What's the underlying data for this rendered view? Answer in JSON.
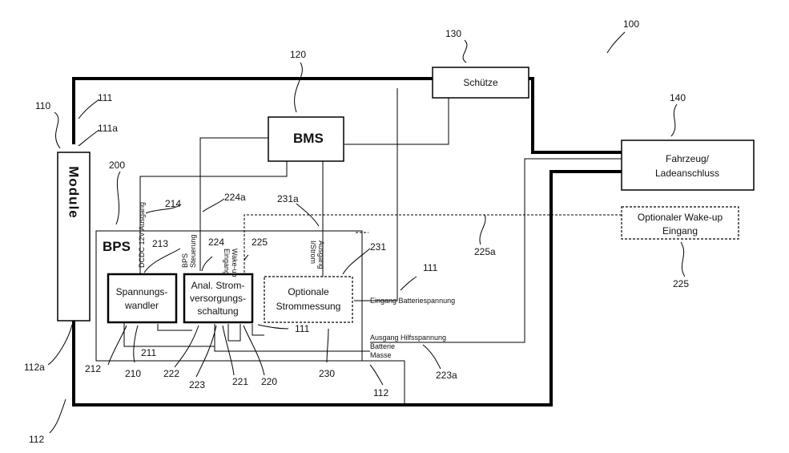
{
  "figure_ref": "100",
  "module": {
    "ref": "110",
    "label": "Module"
  },
  "bms": {
    "ref": "120",
    "label": "BMS"
  },
  "schuetze": {
    "ref": "130",
    "label": "Schütze"
  },
  "fahrzeug": {
    "ref": "140",
    "line1": "Fahrzeug/",
    "line2": "Ladeanschluss"
  },
  "bps": {
    "ref": "200",
    "label": "BPS"
  },
  "spannungswandler": {
    "ref": "210",
    "line1": "Spannungs-",
    "line2": "wandler",
    "ref_inner": "213"
  },
  "anal_strom": {
    "ref": "220",
    "line1": "Anal. Strom-",
    "line2": "versorgungs-",
    "line3": "schaltung",
    "ref_inner": "224"
  },
  "strommessung": {
    "ref": "230",
    "line1": "Optionale",
    "line2": "Strommessung",
    "ref_inner": "231"
  },
  "wakeup": {
    "ref": "225",
    "line1": "Optionaler Wake-up",
    "line2": "Eingang"
  },
  "port_labels": {
    "dcdc": "DCDC 12V Ausgang",
    "bps_steuerung_1": "BPS",
    "bps_steuerung_2": "Steuerung",
    "wakeup_1": "Wake-up",
    "wakeup_2": "Eingang",
    "ausgang_1": "Ausgang",
    "ausgang_2": "I/Strom",
    "eingang_batt": "Eingang Batteriespannung",
    "ausgang_hilfs": "Ausgang Hilfsspannung",
    "batterie": "Batterie",
    "masse": "Masse"
  },
  "refs": {
    "r111_top": "111",
    "r111a": "111a",
    "r112a": "112a",
    "r112_bottom": "112",
    "r214": "214",
    "r224a": "224a",
    "r231a": "231a",
    "r225_inner": "225",
    "r225a": "225a",
    "r111_mid": "111",
    "r111_inner": "111",
    "r211": "211",
    "r212": "212",
    "r222": "222",
    "r223": "223",
    "r221": "221",
    "r223a": "223a",
    "r112_mid": "112",
    "r225_bottom": "225"
  }
}
